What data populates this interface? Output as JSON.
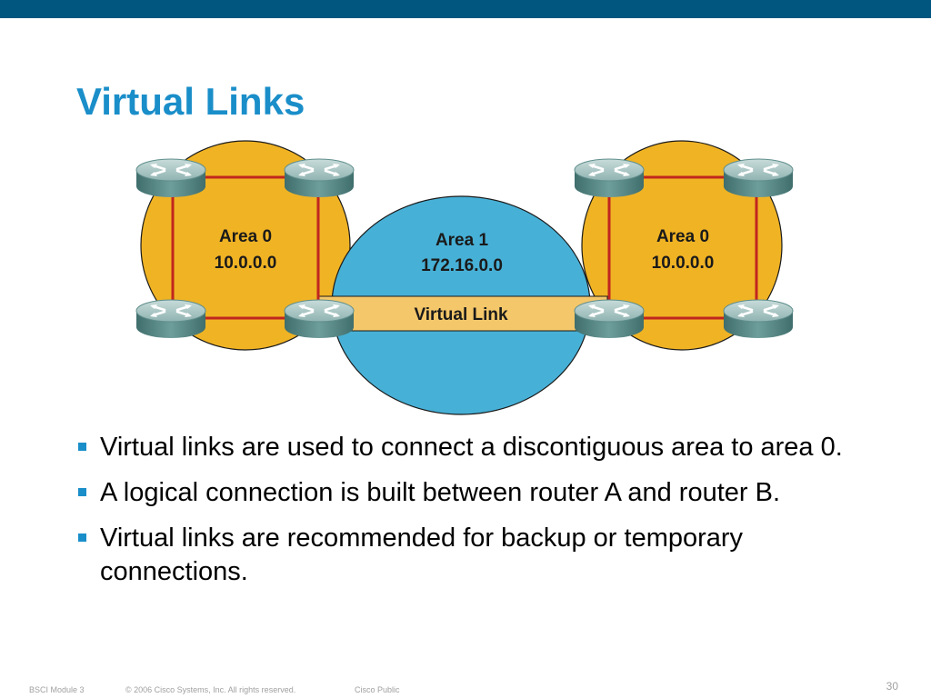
{
  "slide": {
    "title": "Virtual Links",
    "diagram": {
      "left_area": {
        "name": "Area 0",
        "network": "10.0.0.0"
      },
      "middle_area": {
        "name": "Area 1",
        "network": "172.16.0.0"
      },
      "right_area": {
        "name": "Area 0",
        "network": "10.0.0.0"
      },
      "virtual_link_label": "Virtual Link",
      "colors": {
        "backbone_area": "#f0b324",
        "transit_area": "#47b0d6",
        "virtual_link": "#f4c76a",
        "link": "#c0261e",
        "router": "#5f8e8c"
      },
      "router_icon": "router-icon"
    },
    "bullets": [
      "Virtual links are used to connect a discontiguous area to area 0.",
      "A logical connection is built between router A and router B.",
      "Virtual links are recommended for backup or temporary connections."
    ],
    "footer": {
      "module": "BSCI Module 3",
      "copyright": "© 2006 Cisco Systems, Inc. All rights reserved.",
      "classification": "Cisco Public",
      "page_number": "30"
    }
  }
}
